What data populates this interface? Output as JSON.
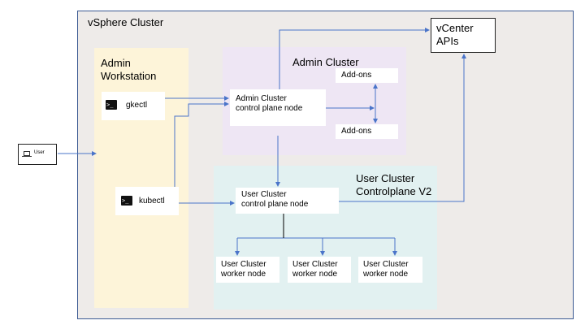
{
  "vsphere": {
    "title": "vSphere Cluster"
  },
  "vcenter": {
    "label": "vCenter\nAPIs"
  },
  "admin_workstation": {
    "title": "Admin\nWorkstation",
    "gkectl": "gkectl",
    "kubectl": "kubectl"
  },
  "admin_cluster": {
    "title": "Admin Cluster",
    "control_plane": "Admin Cluster\ncontrol plane node",
    "addons_top": "Add-ons",
    "addons_bottom": "Add-ons"
  },
  "user_cluster": {
    "title": "User Cluster\nControlplane V2",
    "control_plane": "User Cluster\ncontrol plane node",
    "workers": [
      "User Cluster\nworker node",
      "User Cluster\nworker node",
      "User Cluster\nworker node"
    ]
  },
  "user": {
    "label": "User"
  },
  "colors": {
    "arrow": "#4a74c9",
    "border": "#3b5a93"
  }
}
